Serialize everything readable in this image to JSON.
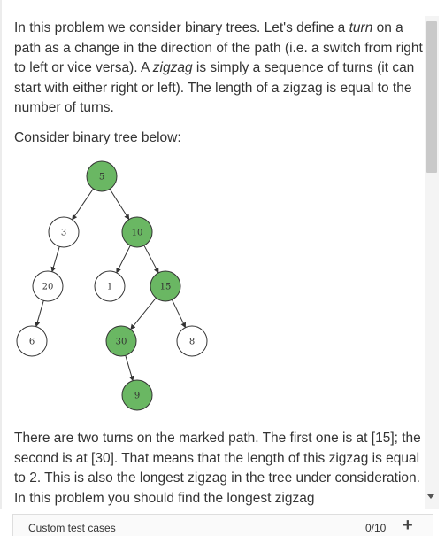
{
  "problem": {
    "intro": [
      "In this problem we consider binary trees. Let's define a ",
      "turn",
      " on a path as a change in the direction of the path (i.e. a switch from right to left or vice versa). A ",
      "zigzag",
      " is simply a sequence of turns (it can start with either right or left). The length of a zigzag is equal to the number of turns."
    ],
    "consider": "Consider binary tree below:",
    "explanation": "There are two turns on the marked path. The first one is at [15]; the second is at [30]. That means that the length of this zigzag is equal to 2. This is also the longest zigzag in the tree under consideration. In this problem you should find the longest zigzag"
  },
  "tree": {
    "highlight_color": "#6ab763",
    "nodes": [
      {
        "id": "n5",
        "label": "5",
        "highlighted": true
      },
      {
        "id": "n3",
        "label": "3",
        "highlighted": false
      },
      {
        "id": "n10",
        "label": "10",
        "highlighted": true
      },
      {
        "id": "n20",
        "label": "20",
        "highlighted": false
      },
      {
        "id": "n1",
        "label": "1",
        "highlighted": false
      },
      {
        "id": "n15",
        "label": "15",
        "highlighted": true
      },
      {
        "id": "n6",
        "label": "6",
        "highlighted": false
      },
      {
        "id": "n30",
        "label": "30",
        "highlighted": true
      },
      {
        "id": "n8",
        "label": "8",
        "highlighted": false
      },
      {
        "id": "n9",
        "label": "9",
        "highlighted": true
      }
    ],
    "edges": [
      [
        "n5",
        "n3"
      ],
      [
        "n5",
        "n10"
      ],
      [
        "n3",
        "n20"
      ],
      [
        "n10",
        "n1"
      ],
      [
        "n10",
        "n15"
      ],
      [
        "n20",
        "n6"
      ],
      [
        "n15",
        "n30"
      ],
      [
        "n15",
        "n8"
      ],
      [
        "n30",
        "n9"
      ]
    ]
  },
  "test_panel": {
    "label": "Custom test cases",
    "count": "0/10",
    "add_icon": "plus-icon"
  }
}
